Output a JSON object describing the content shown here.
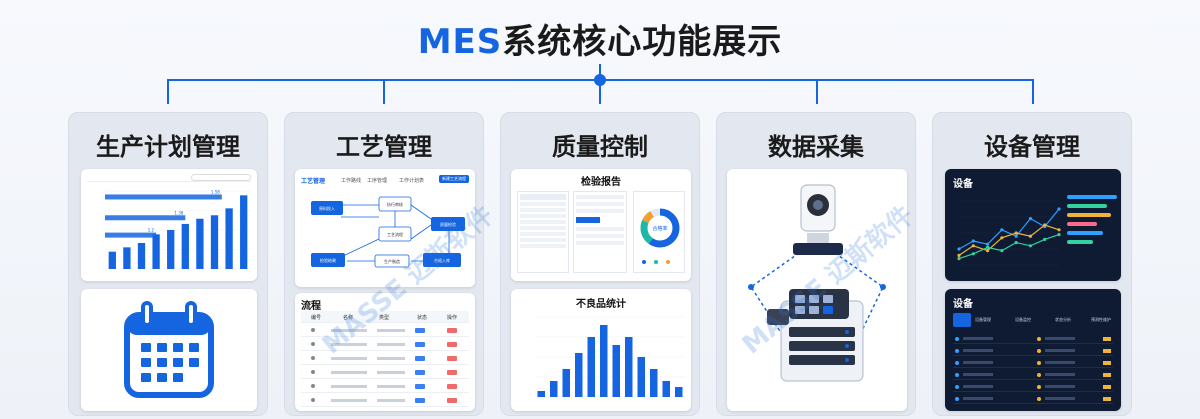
{
  "header": {
    "title_prefix": "MES",
    "title_rest": "系统核心功能展示"
  },
  "watermark": "MASSE 迈斯软件",
  "colors": {
    "accent": "#1565e0",
    "card_bg": "#e3e8f0",
    "dark_panel": "#0f1a33"
  },
  "cards": [
    {
      "title": "生产计划管理",
      "chart_data": {
        "type": "bar",
        "values": [
          2,
          2.5,
          3,
          4,
          4.5,
          5.2,
          5.8,
          6.2,
          7,
          8.5
        ],
        "labels": [
          "1.2",
          "1.38",
          "1.58"
        ]
      },
      "icon": "calendar-icon"
    },
    {
      "title": "工艺管理",
      "flow_header": [
        "工艺管理",
        "工作路线",
        "工序管理",
        "工作计划表"
      ],
      "flow_button": "新建工艺流程",
      "flow_nodes": [
        "原料投入",
        "执行审核",
        "工艺流程",
        "质量检验",
        "检验结果",
        "生产制造",
        "合格入库"
      ],
      "table_title": "流程",
      "table_headers": [
        "编号",
        "名称",
        "类型",
        "状态",
        "操作"
      ],
      "rows": 6
    },
    {
      "title": "质量控制",
      "report_title": "检验报告",
      "chart_title": "不良品统计",
      "donut_label": "合格率",
      "hist_values": [
        3,
        8,
        14,
        22,
        30,
        36,
        26,
        30,
        20,
        14,
        8,
        5
      ]
    },
    {
      "title": "数据采集",
      "icon": "camera-icon"
    },
    {
      "title": "设备管理",
      "chart_panel_title": "设备",
      "list_panel_title": "设备",
      "tabs": [
        "设备管理",
        "设备监控",
        "状态分析",
        "预测性维护"
      ],
      "rows": 6
    }
  ]
}
